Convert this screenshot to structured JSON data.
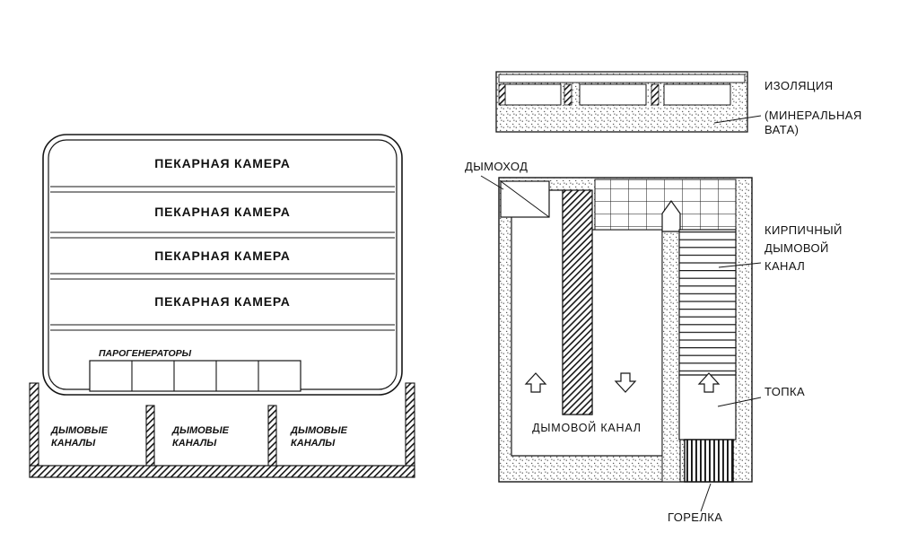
{
  "left_diagram": {
    "chambers": [
      "ПЕКАРНАЯ КАМЕРА",
      "ПЕКАРНАЯ КАМЕРА",
      "ПЕКАРНАЯ КАМЕРА",
      "ПЕКАРНАЯ КАМЕРА"
    ],
    "steam_generators": "ПАРОГЕНЕРАТОРЫ",
    "flue_label_line1": "ДЫМОВЫЕ",
    "flue_label_line2": "КАНАЛЫ"
  },
  "right_diagram": {
    "insulation_label": "ИЗОЛЯЦИЯ",
    "insulation_sub_line1": "(МИНЕРАЛЬНАЯ",
    "insulation_sub_line2": "ВАТА)",
    "chimney_label": "ДЫМОХОД",
    "brick_flue_line1": "КИРПИЧНЫЙ",
    "brick_flue_line2": "ДЫМОВОЙ",
    "brick_flue_line3": "КАНАЛ",
    "smoke_channel_label": "ДЫМОВОЙ КАНАЛ",
    "firebox_label": "ТОПКА",
    "burner_label": "ГОРЕЛКА"
  },
  "colors": {
    "ink": "#161616",
    "background": "#ffffff"
  }
}
